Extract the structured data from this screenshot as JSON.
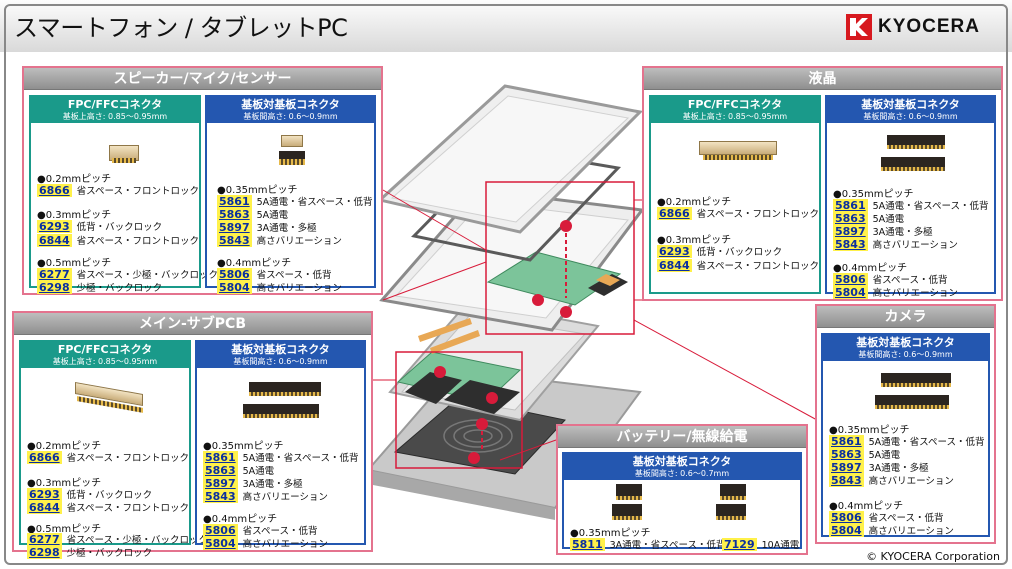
{
  "page": {
    "title": "スマートフォン / タブレットPC",
    "brand": "KYOCERA",
    "copyright": "© KYOCERA Corporation"
  },
  "colors": {
    "teal": "#1a9a8a",
    "blue": "#2457b0",
    "pink": "#e4738e",
    "highlight": "#fff14a",
    "callout_red": "#d81b3a"
  },
  "panels": {
    "speaker": {
      "title": "スピーカー/マイク/センサー",
      "fpc": {
        "title": "FPC/FFCコネクタ",
        "spec": "基板上高さ: 0.85～0.95mm",
        "g1": {
          "pitch": "●0.2mmピッチ",
          "items": [
            {
              "code": "6866",
              "desc": "省スペース・フロントロック"
            }
          ]
        },
        "g2": {
          "pitch": "●0.3mmピッチ",
          "items": [
            {
              "code": "6293",
              "desc": "低背・バックロック"
            },
            {
              "code": "6844",
              "desc": "省スペース・フロントロック"
            }
          ]
        },
        "g3": {
          "pitch": "●0.5mmピッチ",
          "items": [
            {
              "code": "6277",
              "desc": "省スペース・少極・バックロック"
            },
            {
              "code": "6298",
              "desc": "少極・バックロック"
            }
          ]
        }
      },
      "b2b": {
        "title": "基板対基板コネクタ",
        "spec": "基板間高さ: 0.6～0.9mm",
        "g1": {
          "pitch": "●0.35mmピッチ",
          "items": [
            {
              "code": "5861",
              "desc": "5A通電・省スペース・低背"
            },
            {
              "code": "5863",
              "desc": "5A通電"
            },
            {
              "code": "5897",
              "desc": "3A通電・多極"
            },
            {
              "code": "5843",
              "desc": "高さバリエーション"
            }
          ]
        },
        "g2": {
          "pitch": "●0.4mmピッチ",
          "items": [
            {
              "code": "5806",
              "desc": "省スペース・低背"
            },
            {
              "code": "5804",
              "desc": "高さバリエーション"
            }
          ]
        }
      }
    },
    "lcd": {
      "title": "液晶",
      "fpc": {
        "title": "FPC/FFCコネクタ",
        "spec": "基板上高さ: 0.85～0.95mm",
        "g1": {
          "pitch": "●0.2mmピッチ",
          "items": [
            {
              "code": "6866",
              "desc": "省スペース・フロントロック"
            }
          ]
        },
        "g2": {
          "pitch": "●0.3mmピッチ",
          "items": [
            {
              "code": "6293",
              "desc": "低背・バックロック"
            },
            {
              "code": "6844",
              "desc": "省スペース・フロントロック"
            }
          ]
        }
      },
      "b2b": {
        "title": "基板対基板コネクタ",
        "spec": "基板間高さ: 0.6～0.9mm",
        "g1": {
          "pitch": "●0.35mmピッチ",
          "items": [
            {
              "code": "5861",
              "desc": "5A通電・省スペース・低背"
            },
            {
              "code": "5863",
              "desc": "5A通電"
            },
            {
              "code": "5897",
              "desc": "3A通電・多極"
            },
            {
              "code": "5843",
              "desc": "高さバリエーション"
            }
          ]
        },
        "g2": {
          "pitch": "●0.4mmピッチ",
          "items": [
            {
              "code": "5806",
              "desc": "省スペース・低背"
            },
            {
              "code": "5804",
              "desc": "高さバリエーション"
            }
          ]
        }
      }
    },
    "main": {
      "title": "メイン-サブPCB",
      "fpc": {
        "title": "FPC/FFCコネクタ",
        "spec": "基板上高さ: 0.85～0.95mm",
        "g1": {
          "pitch": "●0.2mmピッチ",
          "items": [
            {
              "code": "6866",
              "desc": "省スペース・フロントロック"
            }
          ]
        },
        "g2": {
          "pitch": "●0.3mmピッチ",
          "items": [
            {
              "code": "6293",
              "desc": "低背・バックロック"
            },
            {
              "code": "6844",
              "desc": "省スペース・フロントロック"
            }
          ]
        },
        "g3": {
          "pitch": "●0.5mmピッチ",
          "items": [
            {
              "code": "6277",
              "desc": "省スペース・少極・バックロック"
            },
            {
              "code": "6298",
              "desc": "少極・バックロック"
            }
          ]
        }
      },
      "b2b": {
        "title": "基板対基板コネクタ",
        "spec": "基板間高さ: 0.6～0.9mm",
        "g1": {
          "pitch": "●0.35mmピッチ",
          "items": [
            {
              "code": "5861",
              "desc": "5A通電・省スペース・低背"
            },
            {
              "code": "5863",
              "desc": "5A通電"
            },
            {
              "code": "5897",
              "desc": "3A通電・多極"
            },
            {
              "code": "5843",
              "desc": "高さバリエーション"
            }
          ]
        },
        "g2": {
          "pitch": "●0.4mmピッチ",
          "items": [
            {
              "code": "5806",
              "desc": "省スペース・低背"
            },
            {
              "code": "5804",
              "desc": "高さバリエーション"
            }
          ]
        }
      }
    },
    "camera": {
      "title": "カメラ",
      "b2b": {
        "title": "基板対基板コネクタ",
        "spec": "基板間高さ: 0.6～0.9mm",
        "g1": {
          "pitch": "●0.35mmピッチ",
          "items": [
            {
              "code": "5861",
              "desc": "5A通電・省スペース・低背"
            },
            {
              "code": "5863",
              "desc": "5A通電"
            },
            {
              "code": "5897",
              "desc": "3A通電・多極"
            },
            {
              "code": "5843",
              "desc": "高さバリエーション"
            }
          ]
        },
        "g2": {
          "pitch": "●0.4mmピッチ",
          "items": [
            {
              "code": "5806",
              "desc": "省スペース・低背"
            },
            {
              "code": "5804",
              "desc": "高さバリエーション"
            }
          ]
        }
      }
    },
    "battery": {
      "title": "バッテリー/無線給電",
      "b2b": {
        "title": "基板対基板コネクタ",
        "spec": "基板間高さ: 0.6～0.7mm",
        "g1": {
          "pitch": "●0.35mmピッチ",
          "items": [
            {
              "code": "5811",
              "desc": "3A通電・省スペース・低背"
            },
            {
              "code": "7129",
              "desc": "10A通電"
            }
          ]
        }
      }
    }
  }
}
